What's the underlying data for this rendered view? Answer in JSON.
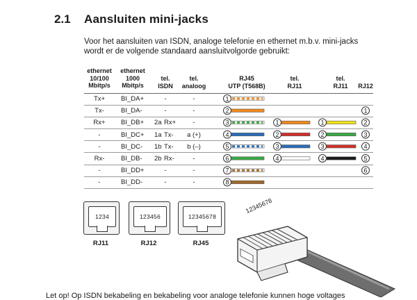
{
  "section": {
    "number": "2.1",
    "title": "Aansluiten mini-jacks"
  },
  "intro": [
    "Voor het aansluiten van ISDN, analoge telefonie en ethernet m.b.v. mini-jacks",
    "wordt er de volgende standaard aansluitvolgorde gebruikt:"
  ],
  "table": {
    "headers": {
      "eth10": [
        "ethernet",
        "10/100",
        "Mbitp/s"
      ],
      "eth1000": [
        "ethernet",
        "1000",
        "Mbitp/s"
      ],
      "isdn": [
        "tel.",
        "ISDN"
      ],
      "analog": [
        "tel.",
        "analoog"
      ],
      "rj45": [
        "RJ45",
        "UTP (T568B)"
      ],
      "rj11a": [
        "tel.",
        "RJ11"
      ],
      "rj11b": [
        "tel.",
        "RJ11"
      ],
      "rj12": [
        "RJ12"
      ]
    },
    "rows": [
      {
        "eth10": "Tx+",
        "eth1000": "BI_DA+",
        "isdn_pin": "",
        "isdn_sig": "-",
        "analog": "-",
        "rj45": "1",
        "rj11a": "",
        "rj11b": "",
        "rj12": ""
      },
      {
        "eth10": "Tx-",
        "eth1000": "BI_DA-",
        "isdn_pin": "",
        "isdn_sig": "-",
        "analog": "-",
        "rj45": "2",
        "rj11a": "",
        "rj11b": "",
        "rj12": "1"
      },
      {
        "eth10": "Rx+",
        "eth1000": "BI_DB+",
        "isdn_pin": "2a",
        "isdn_sig": "Rx+",
        "analog": "-",
        "rj45": "3",
        "rj11a": "1",
        "rj11b": "1",
        "rj12": "2"
      },
      {
        "eth10": "-",
        "eth1000": "BI_DC+",
        "isdn_pin": "1a",
        "isdn_sig": "Tx-",
        "analog": "a (+)",
        "rj45": "4",
        "rj11a": "2",
        "rj11b": "2",
        "rj12": "3"
      },
      {
        "eth10": "-",
        "eth1000": "BI_DC-",
        "isdn_pin": "1b",
        "isdn_sig": "Tx-",
        "analog": "b (–)",
        "rj45": "5",
        "rj11a": "3",
        "rj11b": "3",
        "rj12": "4"
      },
      {
        "eth10": "Rx-",
        "eth1000": "BI_DB-",
        "isdn_pin": "2b",
        "isdn_sig": "Rx-",
        "analog": "-",
        "rj45": "6",
        "rj11a": "4",
        "rj11b": "4",
        "rj12": "5"
      },
      {
        "eth10": "-",
        "eth1000": "BI_DD+",
        "isdn_pin": "",
        "isdn_sig": "-",
        "analog": "-",
        "rj45": "7",
        "rj11a": "",
        "rj11b": "",
        "rj12": "6"
      },
      {
        "eth10": "-",
        "eth1000": "BI_DD-",
        "isdn_pin": "",
        "isdn_sig": "-",
        "analog": "-",
        "rj45": "8",
        "rj11a": "",
        "rj11b": "",
        "rj12": ""
      }
    ]
  },
  "wire_colors": {
    "rj45": [
      {
        "pin": "1",
        "color": "#f08a1e",
        "striped": true
      },
      {
        "pin": "2",
        "color": "#f08a1e",
        "striped": false
      },
      {
        "pin": "3",
        "color": "#3aa845",
        "striped": true
      },
      {
        "pin": "4",
        "color": "#2b6db8",
        "striped": false
      },
      {
        "pin": "5",
        "color": "#2b6db8",
        "striped": true
      },
      {
        "pin": "6",
        "color": "#3aa845",
        "striped": false
      },
      {
        "pin": "7",
        "color": "#a06a2c",
        "striped": true
      },
      {
        "pin": "8",
        "color": "#a06a2c",
        "striped": false
      }
    ],
    "rj11a": [
      "#f08a1e",
      "#d0302a",
      "#2b6db8",
      "#ffffff"
    ],
    "rj11b": [
      "#f2e120",
      "#3aa845",
      "#d0302a",
      "#1a1a1a"
    ]
  },
  "jacks": [
    {
      "label": "RJ11",
      "pins": "1234"
    },
    {
      "label": "RJ12",
      "pins": "123456"
    },
    {
      "label": "RJ45",
      "pins": "12345678"
    }
  ],
  "plug_pins": "12345678",
  "bottom": "Let op!    Op ISDN bekabeling en bekabeling voor analoge telefonie kunnen hoge voltages"
}
